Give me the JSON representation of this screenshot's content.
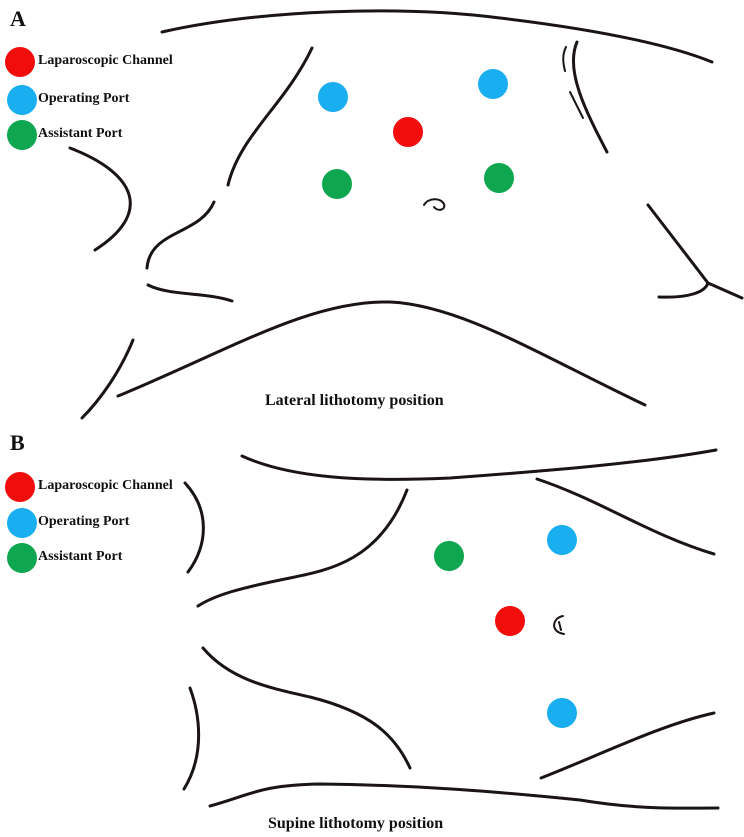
{
  "colors": {
    "laparoscopic_channel": "#f20d0d",
    "operating_port": "#18aef0",
    "assistant_port": "#0ea64f"
  },
  "panel_a": {
    "label": "A",
    "legend": [
      "Laparoscopic Channel",
      "Operating Port",
      "Assistant Port"
    ],
    "caption": "Lateral lithotomy position"
  },
  "panel_b": {
    "label": "B",
    "legend": [
      "Laparoscopic Channel",
      "Operating Port",
      "Assistant Port"
    ],
    "caption": "Supine lithotomy position"
  }
}
